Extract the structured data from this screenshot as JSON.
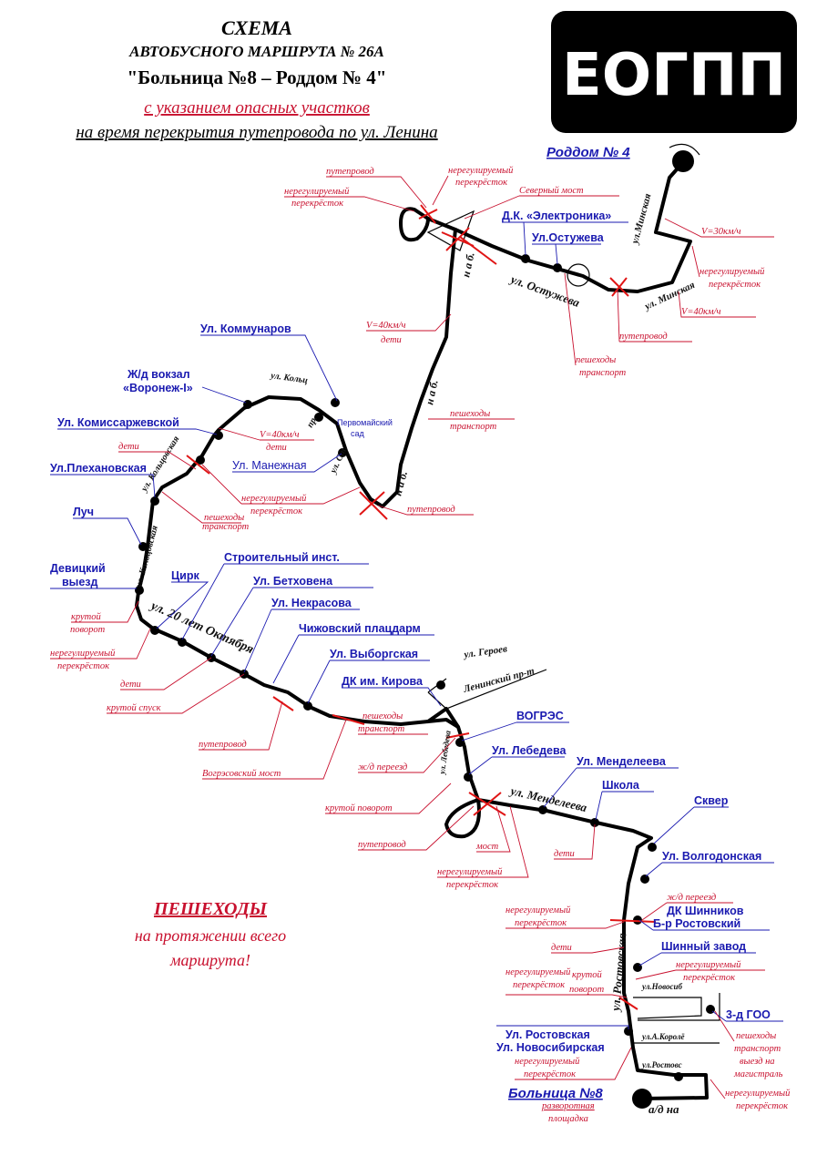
{
  "title": {
    "line1": "СХЕМА",
    "line2": "АВТОБУСНОГО МАРШРУТА № 26А",
    "line3": "\"Больница №8 – Роддом № 4\"",
    "line4": "с указанием опасных участков",
    "line5": "на время перекрытия путепровода по ул. Ленина"
  },
  "logo": {
    "text": "ЕОГПП",
    "bg": "#000000",
    "fg": "#ffffff"
  },
  "colors": {
    "stop_label": "#1a1ab0",
    "hazard_label": "#c8102e",
    "route": "#000000"
  },
  "terminals": {
    "start": "Роддом № 4",
    "end": "Больница №8"
  },
  "stops": {
    "dk_elektronika": "Д.К. «Электроника»",
    "ostuzheva": "Ул.Остужева",
    "kommunarov": "Ул. Коммунаров",
    "vokzal1": "Ж/д вокзал",
    "vokzal2": "«Воронеж-I»",
    "komissarzhevskoy": "Ул. Комиссаржевской",
    "plekhanovskaya": "Ул.Плехановская",
    "luch": "Луч",
    "devitsky1": "Девицкий",
    "devitsky2": "выезд",
    "manezhnaya": "Ул. Манежная",
    "tsirk": "Цирк",
    "stroitelny": "Строительный инст.",
    "betkhovena": "Ул. Бетховена",
    "nekrasova": "Ул. Некрасова",
    "chizhovsky": "Чижовский плацдарм",
    "vyborgskaya": "Ул. Выборгская",
    "dk_kirova": "ДК им. Кирова",
    "vogres": "ВОГРЭС",
    "lebedeva": "Ул. Лебедева",
    "mendeleeva": "Ул. Менделеева",
    "shkola": "Школа",
    "skver": "Сквер",
    "volgodonskaya": "Ул. Волгодонская",
    "dk_shinnikov": "ДК Шинников",
    "b_rostovsky": "Б-р Ростовский",
    "shinny_zavod": "Шинный завод",
    "zd_goo": "3-д ГОО",
    "rostovskaya": "Ул. Ростовская",
    "novosibirskaya": "Ул. Новосибирская"
  },
  "streets": {
    "minskaya1": "ул.Минская",
    "minskaya2": "ул. Минская",
    "ostuzheva": "ул. Остужева",
    "nab1": "н а б.",
    "nab2": "н а б.",
    "nab3": "н а б.",
    "kolts1": "ул. Кольц",
    "kolts2": "ул. Кольцовская",
    "kolts3": "ул. Кольцовская",
    "pr": "пр.",
    "st": "ул. Ст.",
    "pervomaysky1": "Первомайский",
    "pervomaysky2": "сад",
    "oktyabrya": "ул. 20 лет Октября",
    "geroev": "ул. Героев",
    "leninsky": "Ленинский пр-т",
    "lebedeva": "ул. Лебедева",
    "mendeleeva": "ул. Менделеева",
    "rostovskaya": "ул. Ростовская",
    "novosib": "ул.Новосиб",
    "korolev": "ул.А.Королё",
    "rostovs": "ул.Ростовс",
    "ad": "а/д на"
  },
  "hazards": {
    "puteprovod_top": "путепровод",
    "nereg_top1": "нерегулируемый",
    "nereg_top2": "перекрёсток",
    "nereg_topR1": "нерегулируемый",
    "nereg_topR2": "перекрёсток",
    "severny_most": "Северный мост",
    "v30": "V=30км/ч",
    "nereg_minsk1": "нерегулируемый",
    "nereg_minsk2": "перекрёсток",
    "v40_minsk": "V=40км/ч",
    "putepr_ost": "путепровод",
    "peshehody_ost": "пешеходы",
    "transport_ost": "транспорт",
    "v40_nab": "V=40км/ч",
    "deti_nab": "дети",
    "peshehody_nab": "пешеходы",
    "transport_nab": "транспорт",
    "putepr_nab": "путепровод",
    "v40_kolts": "V=40км/ч",
    "deti_kolts": "дети",
    "deti_plekh": "дети",
    "nereg_kolts1": "нерегулируемый",
    "nereg_kolts2": "перекрёсток",
    "peshehody_kolts": "пешеходы",
    "transport_kolts": "транспорт",
    "krutoy_dev1": "крутой",
    "krutoy_dev2": "поворот",
    "nereg_dev1": "нерегулируемый",
    "nereg_dev2": "перекрёсток",
    "deti_okt": "дети",
    "krutoy_spusk": "крутой спуск",
    "putepr_okt": "путепровод",
    "vogres_most": "Вогрэсовский мост",
    "peshehody_lenin": "пешеходы",
    "transport_lenin": "транспорт",
    "zhd_pereezd": "ж/д переезд",
    "krutoy_povorot": "крутой поворот",
    "putepr_leb": "путепровод",
    "most_leb": "мост",
    "nereg_leb1": "нерегулируемый",
    "nereg_leb2": "перекрёсток",
    "deti_mend": "дети",
    "zhd_pereezd2": "ж/д переезд",
    "nereg_rost1": "нерегулируемый",
    "nereg_rost2": "перекрёсток",
    "deti_rost": "дети",
    "nereg_rost3": "нерегулируемый",
    "krutoy_rost": "крутой",
    "nereg_rost4": "перекрёсток",
    "povorot_rost": "поворот",
    "nereg_shin1": "нерегулируемый",
    "nereg_shin2": "перекрёсток",
    "nereg_nov1": "нерегулируемый",
    "nereg_nov2": "перекрёсток",
    "pesh_goo": "пешеходы",
    "transp_goo": "транспорт",
    "vyezd1": "выезд на",
    "vyezd2": "магистраль",
    "nereg_goo1": "нерегулируемый",
    "nereg_goo2": "перекрёсток",
    "razv1": "разворотная",
    "razv2": "площадка"
  },
  "notice": {
    "line1": "ПЕШЕХОДЫ",
    "line2": "на протяжении всего",
    "line3": "маршрута!"
  }
}
